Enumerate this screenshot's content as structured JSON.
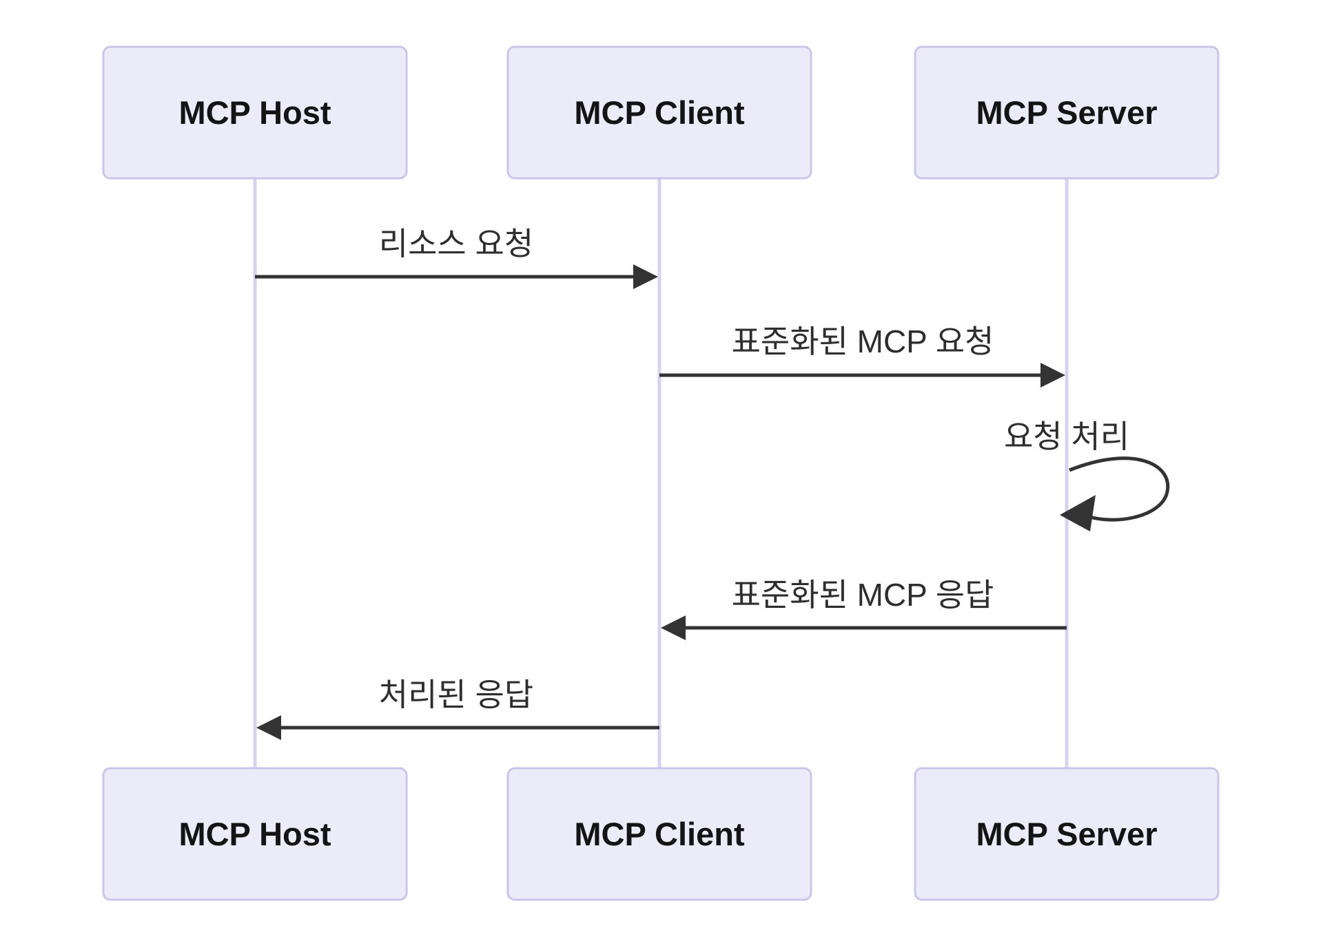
{
  "diagram": {
    "type": "sequence-diagram",
    "actors": [
      {
        "id": "mcp-host",
        "label": "MCP Host"
      },
      {
        "id": "mcp-client",
        "label": "MCP Client"
      },
      {
        "id": "mcp-server",
        "label": "MCP Server"
      }
    ],
    "messages": [
      {
        "from": "mcp-host",
        "to": "mcp-client",
        "label": "리소스 요청",
        "kind": "solid-arrow"
      },
      {
        "from": "mcp-client",
        "to": "mcp-server",
        "label": "표준화된 MCP 요청",
        "kind": "solid-arrow"
      },
      {
        "from": "mcp-server",
        "to": "mcp-server",
        "label": "요청 처리",
        "kind": "self-loop"
      },
      {
        "from": "mcp-server",
        "to": "mcp-client",
        "label": "표준화된 MCP 응답",
        "kind": "solid-arrow"
      },
      {
        "from": "mcp-client",
        "to": "mcp-host",
        "label": "처리된 응답",
        "kind": "solid-arrow"
      }
    ],
    "colors": {
      "background": "#ffffff",
      "actor_fill": "#ECEBFA",
      "actor_border": "#CBC5EC",
      "lifeline": "#D7D2F0",
      "arrow": "#333333",
      "text": "#141414"
    }
  }
}
